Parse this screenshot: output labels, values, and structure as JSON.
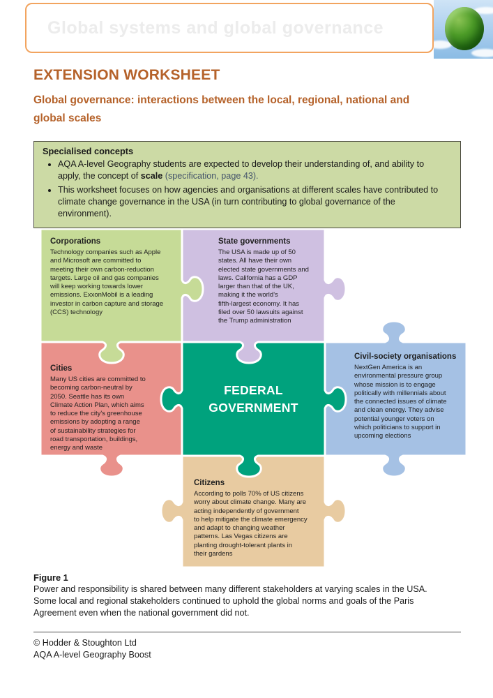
{
  "header": {
    "banner_title": "Global systems and global governance"
  },
  "page": {
    "heading": "EXTENSION WORKSHEET",
    "subheading": "Global governance: interactions between the local, regional, national and\nglobal scales"
  },
  "concepts_box": {
    "title": "Specialised concepts",
    "bullet1_pre": "AQA A-level Geography students are expected to develop their understanding of, and ability to\napply, the concept of ",
    "bullet1_bold": "scale",
    "bullet1_post": " (specification, page 43).",
    "bullet2": "This worksheet focuses on how agencies and organisations at different scales have contributed to\nclimate change governance in the USA (in turn contributing to global governance of the\nenvironment)."
  },
  "puzzle": {
    "pieces": [
      {
        "id": "corporations",
        "title": "Corporations",
        "color": "#c6db97",
        "body": "Technology companies such as Apple\nand Microsoft are committed to\nmeeting their own carbon-reduction\ntargets. Large oil and gas companies\nwill keep working towards lower\nemissions. ExxonMobil is a leading\ninvestor in carbon capture and storage\n(CCS) technology"
      },
      {
        "id": "state-governments",
        "title": "State governments",
        "color": "#cfc0e1",
        "body": "The USA is made up of 50\nstates. All have their own\nelected state governments and\nlaws. California has a GDP\nlarger than that of the UK,\nmaking it the world's\nfifth-largest economy. It has\nfiled over 50 lawsuits against\nthe Trump administration"
      },
      {
        "id": "cities",
        "title": "Cities",
        "color": "#e9918b",
        "body": "Many US cities are committed to\nbecoming carbon-neutral by\n2050.  Seattle has its own\nClimate Action Plan, which aims\nto reduce the city's greenhouse\nemissions by adopting a range\nof sustainability strategies for\nroad transportation, buildings,\nenergy and waste"
      },
      {
        "id": "federal-government",
        "title_line1": "FEDERAL",
        "title_line2": "GOVERNMENT",
        "color": "#00a27d"
      },
      {
        "id": "civil-society",
        "title": "Civil-society organisations",
        "color": "#a5c1e4",
        "body": "NextGen America is an\nenvironmental pressure group\nwhose mission is to engage\npolitically with millennials about\nthe connected issues of climate\nand clean energy. They advise\npotential younger voters on\nwhich politicians to support in\nupcoming elections"
      },
      {
        "id": "citizens",
        "title": "Citizens",
        "color": "#e8cba1",
        "body": "According to polls 70% of US citizens\nworry about climate change. Many are\nacting independently of government\nto help mitigate the climate emergency\nand adapt to changing weather\npatterns. Las Vegas citizens are\nplanting drought-tolerant plants in\ntheir gardens"
      }
    ]
  },
  "figure": {
    "label": "Figure 1",
    "caption": "Power and responsibility is shared between many different stakeholders at varying scales in the USA.\nSome local and regional stakeholders continued to uphold the global norms and goals of the Paris\nAgreement even when the national government did not."
  },
  "footer": {
    "line1": "© Hodder & Stoughton Ltd",
    "line2": "AQA A-level Geography Boost"
  }
}
